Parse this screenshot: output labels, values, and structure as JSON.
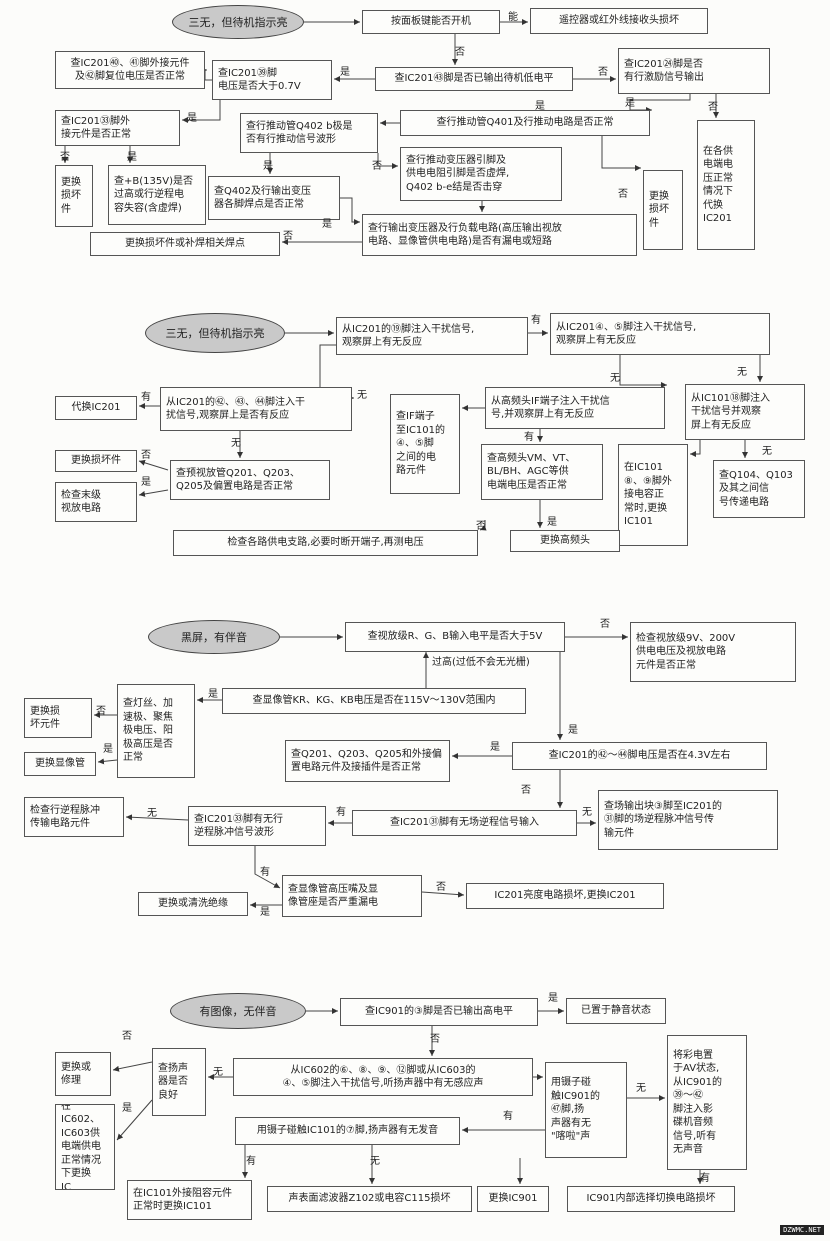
{
  "watermark": "DZWMC.NET",
  "sections": [
    {
      "start": "三无，但待机指示亮",
      "boxes": {
        "b1": "按面板键能否开机",
        "b2": "遥控器或红外线接收头损坏",
        "b3": "查IC201㊸脚是否已输出待机低电平",
        "b4": "查IC201㉔脚是否\n有行激励信号输出",
        "b5": "查IC201㊴脚\n电压是否大于0.7V",
        "b6": "查IC201㊵、㊶脚外接元件\n及㊷脚复位电压是否正常",
        "b7": "查IC201㉝脚外\n接元件是否正常",
        "b8": "查行推动管Q402 b极是\n否有行推动信号波形",
        "b9": "查行推动管Q401及行推动电路是否正常",
        "b10": "在各供\n电端电\n压正常\n情况下\n代换\nIC201",
        "b11": "更换\n损坏\n件",
        "b12": "查+B(135V)是否\n过高或行逆程电\n容失容(含虚焊)",
        "b13": "查行推动变压器引脚及\n供电电阻引脚是否虚焊,\nQ402 b-e结是否击穿",
        "b14": "更换\n损坏\n件",
        "b15": "查Q402及行输出变压\n器各脚焊点是否正常",
        "b16": "查行输出变压器及行负载电路(高压输出视放\n电路、显像管供电电路)是否有漏电或短路",
        "b17": "更换损坏件或补焊相关焊点"
      },
      "labels": {
        "l1": "能",
        "l2": "否",
        "l3": "是",
        "l4": "否",
        "l5": "是",
        "l6": "否",
        "l7": "是",
        "l8": "否",
        "l9": "是",
        "l10": "是",
        "l11": "否",
        "l12": "是",
        "l13": "否",
        "l14": "否",
        "l15": "是"
      }
    },
    {
      "start": "三无，但待机指示亮",
      "boxes": {
        "c1": "从IC201的⑲脚注入干扰信号,\n观察屏上有无反应",
        "c2": "从IC201④、⑤脚注入干扰信号,\n观察屏上有无反应",
        "c3": "从IC201的㊷、㊸、㊹脚注入干\n扰信号,观察屏上是否有反应",
        "c4": "代换IC201",
        "c5": "从高频头IF端子注入干扰信\n号,并观察屏上有无反应",
        "c6": "从IC101⑱脚注入\n干扰信号并观察\n屏上有无反应",
        "c7": "查IF端子\n至IC101的\n④、⑤脚\n之间的电\n路元件",
        "c8": "更换损坏件",
        "c9": "查预视放管Q201、Q203、\nQ205及偏置电路是否正常",
        "c10": "检查末级\n视放电路",
        "c11": "查高频头VM、VT、\nBL/BH、AGC等供\n电端电压是否正常",
        "c12": "在IC101\n⑧、⑨脚外\n接电容正\n常时,更换\nIC101",
        "c13": "查Q104、Q103\n及其之间信\n号传递电路",
        "c14": "检查各路供电支路,必要时断开端子,再测电压",
        "c15": "更换高频头"
      },
      "labels": {
        "m1": "有",
        "m2": "无",
        "m3": "有",
        "m4": "无",
        "m5": "无",
        "m6": "否",
        "m7": "是",
        "m8": "有",
        "m9": "无",
        "m10": "否",
        "m11": "是",
        "m12": "无"
      }
    },
    {
      "start": "黑屏，有伴音",
      "boxes": {
        "d1": "查视放级R、G、B输入电平是否大于5V",
        "d2": "检查视放级9V、200V\n供电电压及视放电路\n元件是否正常",
        "d3": "查显像管KR、KG、KB电压是否在115V～130V范围内",
        "d4": "查灯丝、加\n速极、聚焦\n极电压、阳\n极高压是否\n正常",
        "d5": "更换损\n坏元件",
        "d6": "更换显像管",
        "d7": "查Q201、Q203、Q205和外接偏\n置电路元件及接插件是否正常",
        "d8": "查IC201的㊷～㊹脚电压是否在4.3V左右",
        "d9": "检查行逆程脉冲\n传输电路元件",
        "d10": "查IC201㉝脚有无行\n逆程脉冲信号波形",
        "d11": "查IC201㉛脚有无场逆程信号输入",
        "d12": "查场输出块③脚至IC201的\n㉛脚的场逆程脉冲信号传\n输元件",
        "d13": "查显像管高压嘴及显\n像管座是否严重漏电",
        "d14": "IC201亮度电路损坏,更换IC201",
        "d15": "更换或清洗绝缘"
      },
      "labels": {
        "n1": "否",
        "n2": "过高(过低不会无光栅)",
        "n3": "是",
        "n4": "否",
        "n5": "是",
        "n6": "是",
        "n7": "是",
        "n8": "否",
        "n9": "无",
        "n10": "有",
        "n11": "无",
        "n12": "有",
        "n13": "否",
        "n14": "是"
      }
    },
    {
      "start": "有图像，无伴音",
      "boxes": {
        "e1": "查IC901的③脚是否已输出高电平",
        "e2": "已置于静音状态",
        "e3": "将彩电置\n于AV状态,\n从IC901的\n㊴～㊷\n脚注入影\n碟机音频\n信号,听有\n无声音",
        "e4": "从IC602的⑥、⑧、⑨、⑫脚或从IC603的\n④、⑤脚注入干扰信号,听扬声器中有无感应声",
        "e5": "查扬声\n器是否\n良好",
        "e6": "更换或\n修理",
        "e7": "在IC602、\nIC603供\n电端供电\n正常情况\n下更换\nIC",
        "e8": "用镊子碰\n触IC901的\n㊼脚,扬\n声器有无\n\"喀啦\"声",
        "e9": "用镊子碰触IC101的⑦脚,扬声器有无发音",
        "e10": "在IC101外接阻容元件\n正常时更换IC101",
        "e11": "声表面滤波器Z102或电容C115损坏",
        "e12": "更换IC901",
        "e13": "IC901内部选择切换电路损坏"
      },
      "labels": {
        "o1": "是",
        "o2": "否",
        "o3": "无",
        "o4": "无",
        "o5": "否",
        "o6": "是",
        "o7": "有",
        "o8": "有",
        "o9": "无",
        "o10": "有"
      }
    }
  ]
}
